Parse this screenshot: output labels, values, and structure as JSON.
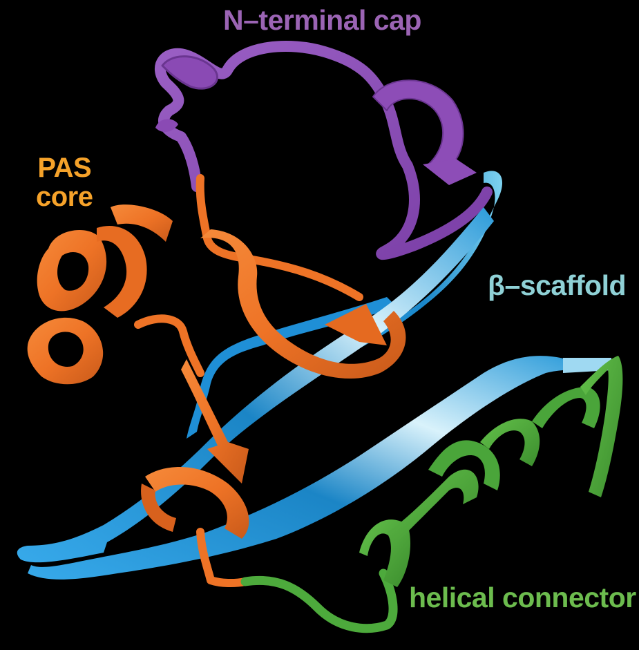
{
  "diagram": {
    "type": "protein-ribbon-structure",
    "background": "#000000",
    "labels": {
      "n_terminal": {
        "text": "N–terminal cap",
        "color": "#9b64b4"
      },
      "pas_core": {
        "line1": "PAS",
        "line2": "core",
        "color": "#f5a22a"
      },
      "beta_scaffold": {
        "text": "β–scaffold",
        "color": "#8fd1d6"
      },
      "helical_connector": {
        "text": "helical connector",
        "color": "#6cbc4e"
      }
    },
    "regions": [
      {
        "name": "N-terminal cap",
        "color": "#8b4fb0",
        "style": "coil-and-short-helix"
      },
      {
        "name": "PAS core",
        "color": "#ef7422",
        "style": "helices-and-strands"
      },
      {
        "name": "beta-scaffold",
        "color": "#1f8fd6",
        "style": "antiparallel-beta-strands"
      },
      {
        "name": "helical connector",
        "color": "#4daa3c",
        "style": "alpha-helix"
      }
    ]
  }
}
